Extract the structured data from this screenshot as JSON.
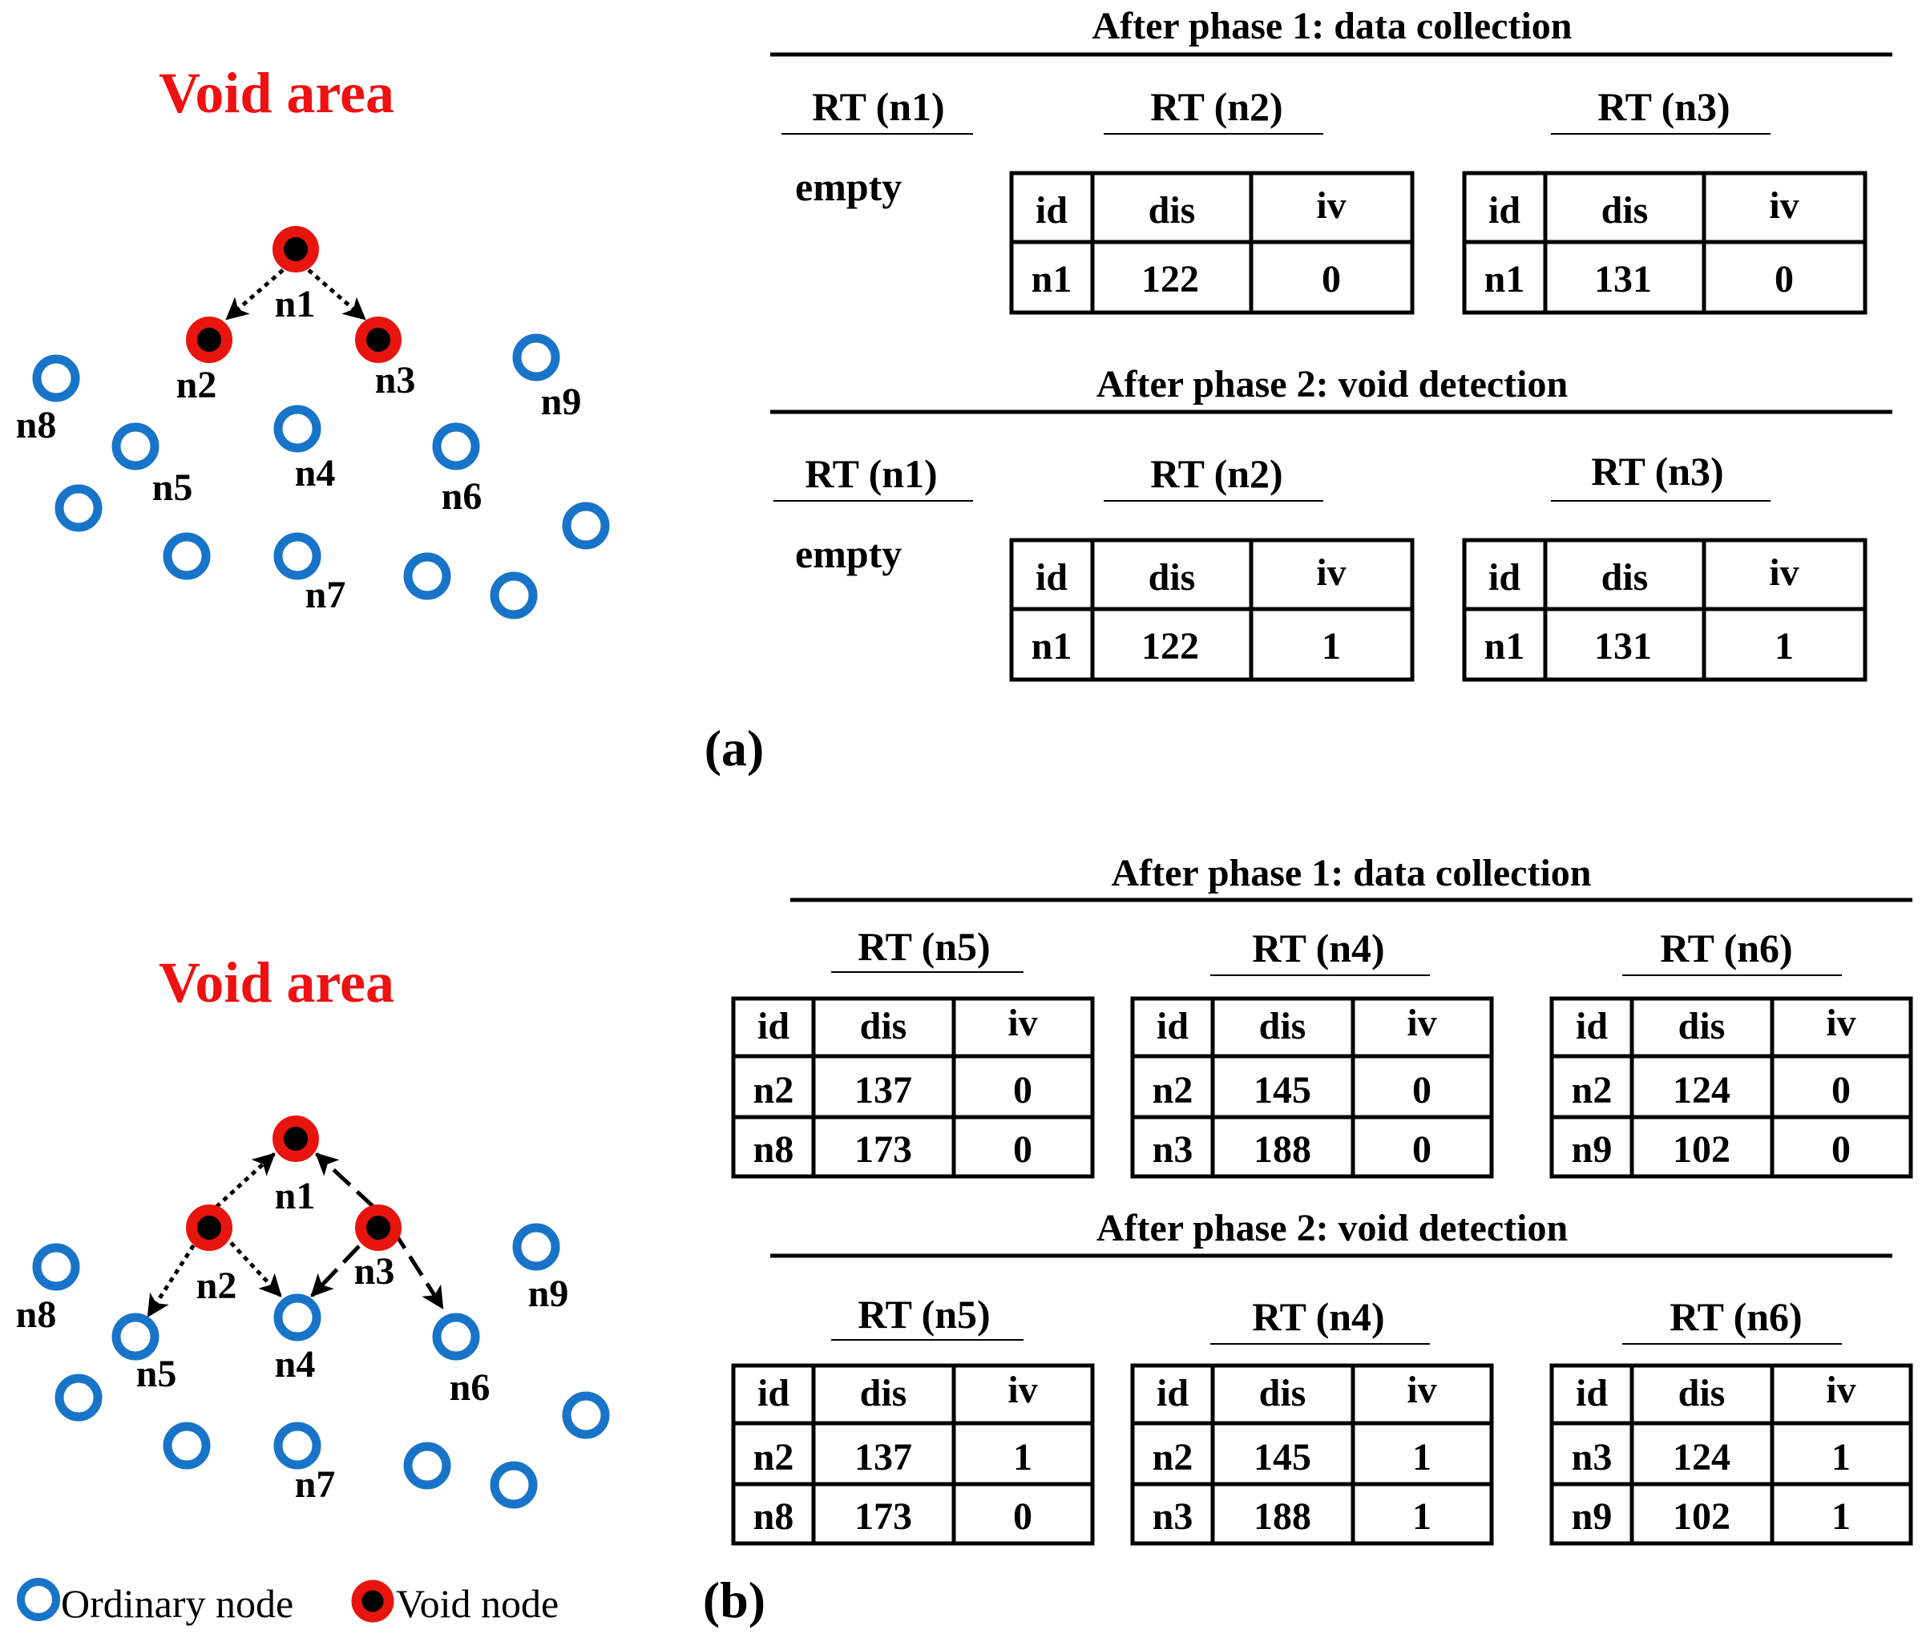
{
  "colors": {
    "ordinary_node": "#1874c8",
    "void_node_ring": "#e8150e",
    "void_node_core": "#000000",
    "void_title": "#ee1111",
    "text": "#000000"
  },
  "legend": {
    "ordinary_label": "Ordinary node",
    "void_label": "Void node",
    "ordinary_icon": "blue-ring-icon",
    "void_icon": "red-dot-icon"
  },
  "panel_a": {
    "label": "(a)",
    "void_title": "Void area",
    "node_labels": [
      "n1",
      "n2",
      "n3",
      "n4",
      "n5",
      "n6",
      "n7",
      "n8",
      "n9"
    ],
    "phase1": {
      "title": "After phase 1: data collection",
      "rt_labels": [
        "RT (n1)",
        "RT (n2)",
        "RT (n3)"
      ],
      "empty_text": "empty",
      "tables": [
        {
          "headers": [
            "id",
            "dis",
            "iv"
          ],
          "rows": [
            [
              "n1",
              "122",
              "0"
            ]
          ]
        },
        {
          "headers": [
            "id",
            "dis",
            "iv"
          ],
          "rows": [
            [
              "n1",
              "131",
              "0"
            ]
          ]
        }
      ]
    },
    "phase2": {
      "title": "After phase 2: void detection",
      "rt_labels": [
        "RT (n1)",
        "RT (n2)",
        "RT (n3)"
      ],
      "empty_text": "empty",
      "tables": [
        {
          "headers": [
            "id",
            "dis",
            "iv"
          ],
          "rows": [
            [
              "n1",
              "122",
              "1"
            ]
          ]
        },
        {
          "headers": [
            "id",
            "dis",
            "iv"
          ],
          "rows": [
            [
              "n1",
              "131",
              "1"
            ]
          ]
        }
      ]
    }
  },
  "panel_b": {
    "label": "(b)",
    "void_title": "Void area",
    "node_labels": [
      "n1",
      "n2",
      "n3",
      "n4",
      "n5",
      "n6",
      "n7",
      "n8",
      "n9"
    ],
    "phase1": {
      "title": "After phase 1: data collection",
      "rt_labels": [
        "RT (n5)",
        "RT (n4)",
        "RT (n6)"
      ],
      "tables": [
        {
          "headers": [
            "id",
            "dis",
            "iv"
          ],
          "rows": [
            [
              "n2",
              "137",
              "0"
            ],
            [
              "n8",
              "173",
              "0"
            ]
          ]
        },
        {
          "headers": [
            "id",
            "dis",
            "iv"
          ],
          "rows": [
            [
              "n2",
              "145",
              "0"
            ],
            [
              "n3",
              "188",
              "0"
            ]
          ]
        },
        {
          "headers": [
            "id",
            "dis",
            "iv"
          ],
          "rows": [
            [
              "n2",
              "124",
              "0"
            ],
            [
              "n9",
              "102",
              "0"
            ]
          ]
        }
      ]
    },
    "phase2": {
      "title": "After phase 2: void detection",
      "rt_labels": [
        "RT (n5)",
        "RT (n4)",
        "RT (n6)"
      ],
      "tables": [
        {
          "headers": [
            "id",
            "dis",
            "iv"
          ],
          "rows": [
            [
              "n2",
              "137",
              "1"
            ],
            [
              "n8",
              "173",
              "0"
            ]
          ]
        },
        {
          "headers": [
            "id",
            "dis",
            "iv"
          ],
          "rows": [
            [
              "n2",
              "145",
              "1"
            ],
            [
              "n3",
              "188",
              "1"
            ]
          ]
        },
        {
          "headers": [
            "id",
            "dis",
            "iv"
          ],
          "rows": [
            [
              "n3",
              "124",
              "1"
            ],
            [
              "n9",
              "102",
              "1"
            ]
          ]
        }
      ]
    }
  }
}
